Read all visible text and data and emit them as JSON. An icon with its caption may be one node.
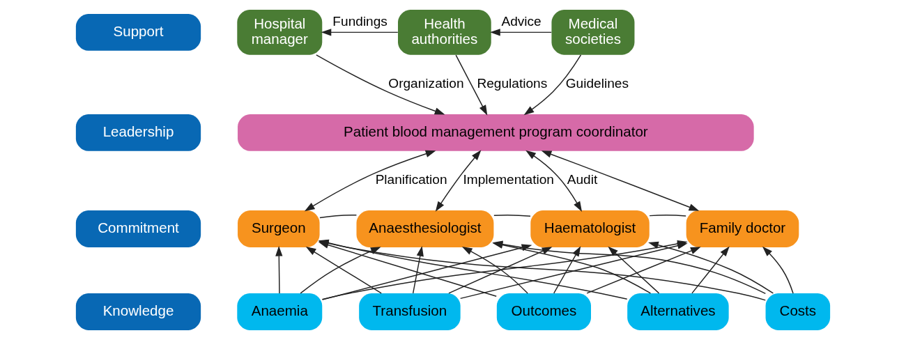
{
  "diagram": {
    "nodes": [
      {
        "text": [
          "Support"
        ]
      },
      {
        "text": [
          "Hospital manager"
        ]
      },
      {
        "text": [
          "Health authorities"
        ]
      },
      {
        "text": [
          "Medical societies"
        ]
      },
      {
        "text": [
          "Leadership"
        ]
      },
      {
        "text": [
          "Patient blood management program coordinator"
        ]
      },
      {
        "text": [
          "Commitment"
        ]
      },
      {
        "text": [
          "Surgeon"
        ]
      },
      {
        "text": [
          "Anaesthesiologist"
        ]
      },
      {
        "text": [
          "Haematologist"
        ]
      },
      {
        "text": [
          "Family doctor"
        ]
      },
      {
        "text": [
          "Knowledge"
        ]
      },
      {
        "text": [
          "Anaemia"
        ]
      },
      {
        "text": [
          "Transfusion"
        ]
      },
      {
        "text": [
          "Outcomes"
        ]
      },
      {
        "text": [
          "Alternatives"
        ]
      },
      {
        "text": [
          "Costs"
        ]
      }
    ],
    "edges": [
      {
        "from": 2,
        "to": 1,
        "arrow": "to",
        "label": "Fundings"
      },
      {
        "from": 3,
        "to": 2,
        "arrow": "to",
        "label": "Advice"
      },
      {
        "from": 1,
        "to": 5,
        "arrow": "to",
        "label": "Organization"
      },
      {
        "from": 2,
        "to": 5,
        "arrow": "to",
        "label": "Regulations"
      },
      {
        "from": 3,
        "to": 5,
        "arrow": "to",
        "label": "Guidelines"
      },
      {
        "from": 5,
        "to": 7,
        "arrow": "both",
        "label": "Planification"
      },
      {
        "from": 5,
        "to": 8,
        "arrow": "both",
        "label": "Implementation"
      },
      {
        "from": 5,
        "to": 9,
        "arrow": "both",
        "label": "Audit"
      },
      {
        "from": 5,
        "to": 10,
        "arrow": "both"
      },
      {
        "from": 7,
        "to": 8,
        "arrow": "none"
      },
      {
        "from": 8,
        "to": 9,
        "arrow": "none"
      },
      {
        "from": 9,
        "to": 10,
        "arrow": "none"
      },
      {
        "from": 12,
        "to": 7,
        "arrow": "to"
      },
      {
        "from": 12,
        "to": 8,
        "arrow": "to"
      },
      {
        "from": 12,
        "to": 9,
        "arrow": "to"
      },
      {
        "from": 12,
        "to": 10,
        "arrow": "to"
      },
      {
        "from": 13,
        "to": 7,
        "arrow": "to"
      },
      {
        "from": 13,
        "to": 8,
        "arrow": "to"
      },
      {
        "from": 13,
        "to": 9,
        "arrow": "to"
      },
      {
        "from": 13,
        "to": 10,
        "arrow": "to"
      },
      {
        "from": 14,
        "to": 7,
        "arrow": "to"
      },
      {
        "from": 14,
        "to": 8,
        "arrow": "to"
      },
      {
        "from": 14,
        "to": 9,
        "arrow": "to"
      },
      {
        "from": 14,
        "to": 10,
        "arrow": "to"
      },
      {
        "from": 15,
        "to": 7,
        "arrow": "to"
      },
      {
        "from": 15,
        "to": 8,
        "arrow": "to"
      },
      {
        "from": 15,
        "to": 9,
        "arrow": "to"
      },
      {
        "from": 15,
        "to": 10,
        "arrow": "to"
      },
      {
        "from": 16,
        "to": 7,
        "arrow": "to"
      },
      {
        "from": 16,
        "to": 8,
        "arrow": "to"
      },
      {
        "from": 16,
        "to": 9,
        "arrow": "to"
      },
      {
        "from": 16,
        "to": 10,
        "arrow": "to"
      }
    ]
  }
}
